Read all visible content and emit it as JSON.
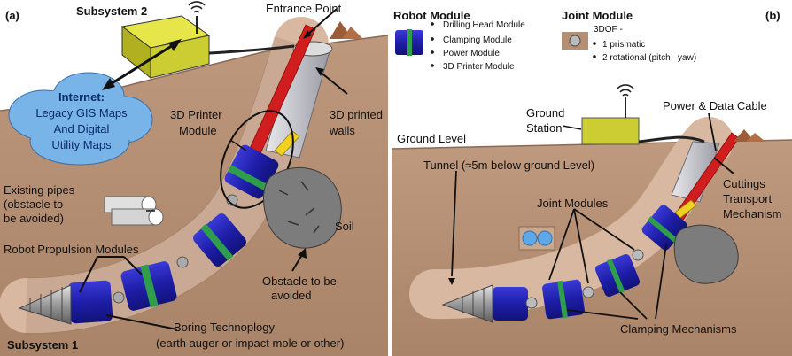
{
  "left_panel": {
    "tag": "(a)",
    "subsystem2": "Subsystem 2",
    "entrance_point": "Entrance Point",
    "cloud_title": "Internet:",
    "cloud_line1": "Legacy GIS Maps",
    "cloud_line2": "And Digital",
    "cloud_line3": "Utility Maps",
    "printer_module_1": "3D Printer",
    "printer_module_2": "Module",
    "printed_walls_1": "3D printed",
    "printed_walls_2": "walls",
    "existing_pipes_1": "Existing pipes",
    "existing_pipes_2": "(obstacle to",
    "existing_pipes_3": "be avoided)",
    "soil": "Soil",
    "propulsion": "Robot Propulsion Modules",
    "obstacle_1": "Obstacle to be",
    "obstacle_2": "avoided",
    "subsystem1": "Subsystem 1",
    "boring_1": "Boring Technoplogy",
    "boring_2": "(earth auger or impact mole or other)"
  },
  "right_panel": {
    "tag": "(b)",
    "robot_module_title": "Robot Module",
    "robot_module_items": [
      "Drilling Head Module",
      "Clamping Module",
      "Power Module",
      "3D Printer Module"
    ],
    "joint_module_title": "Joint Module",
    "joint_dof": "3DOF -",
    "joint_items": [
      "1 prismatic",
      "2 rotational (pitch –yaw)"
    ],
    "ground_station_1": "Ground",
    "ground_station_2": "Station",
    "power_cable": "Power & Data Cable",
    "ground_level": "Ground Level",
    "tunnel": "Tunnel (≈5m below ground Level)",
    "cuttings_1": "Cuttings",
    "cuttings_2": "Transport",
    "cuttings_3": "Mechanism",
    "joint_modules": "Joint Modules",
    "clamping": "Clamping Mechanisms"
  },
  "colors": {
    "sky": "#ffffff",
    "soil": "#b58f73",
    "soil_dark": "#9c7660",
    "tunnel": "#c6a48c",
    "module_blue": "#2323b8",
    "ring_green": "#2e9e4a",
    "box_yellow": "#cccc33",
    "cloud": "#79b4e8",
    "rod_red": "#d01e1e"
  }
}
